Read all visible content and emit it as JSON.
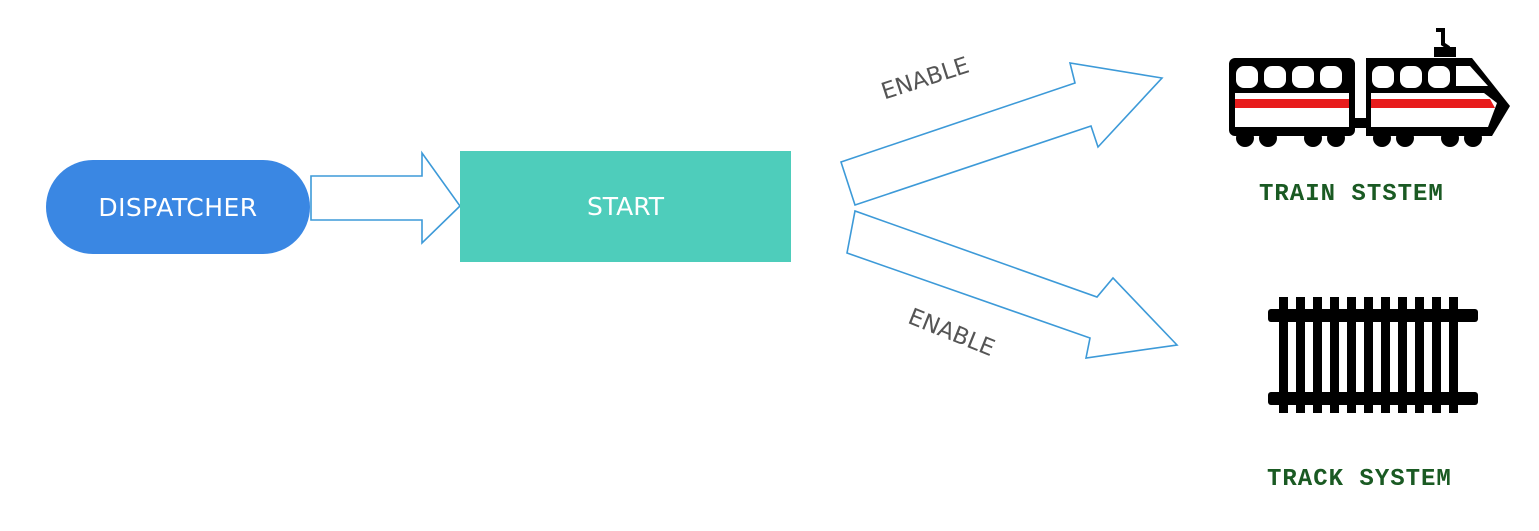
{
  "nodes": {
    "dispatcher": "DISPATCHER",
    "start": "START"
  },
  "edges": {
    "top_label": "ENABLE",
    "bottom_label": "ENABLE"
  },
  "systems": {
    "train": "TRAIN STSTEM",
    "track": "TRACK SYSTEM"
  },
  "colors": {
    "dispatcher_fill": "#3a87e3",
    "start_fill": "#4ecdbb",
    "arrow_stroke": "#3d9ad8",
    "system_label": "#1a5a23",
    "train_stripe": "#e81c1c"
  },
  "icons": [
    "train-icon",
    "railway-track-icon",
    "arrow-icon"
  ]
}
